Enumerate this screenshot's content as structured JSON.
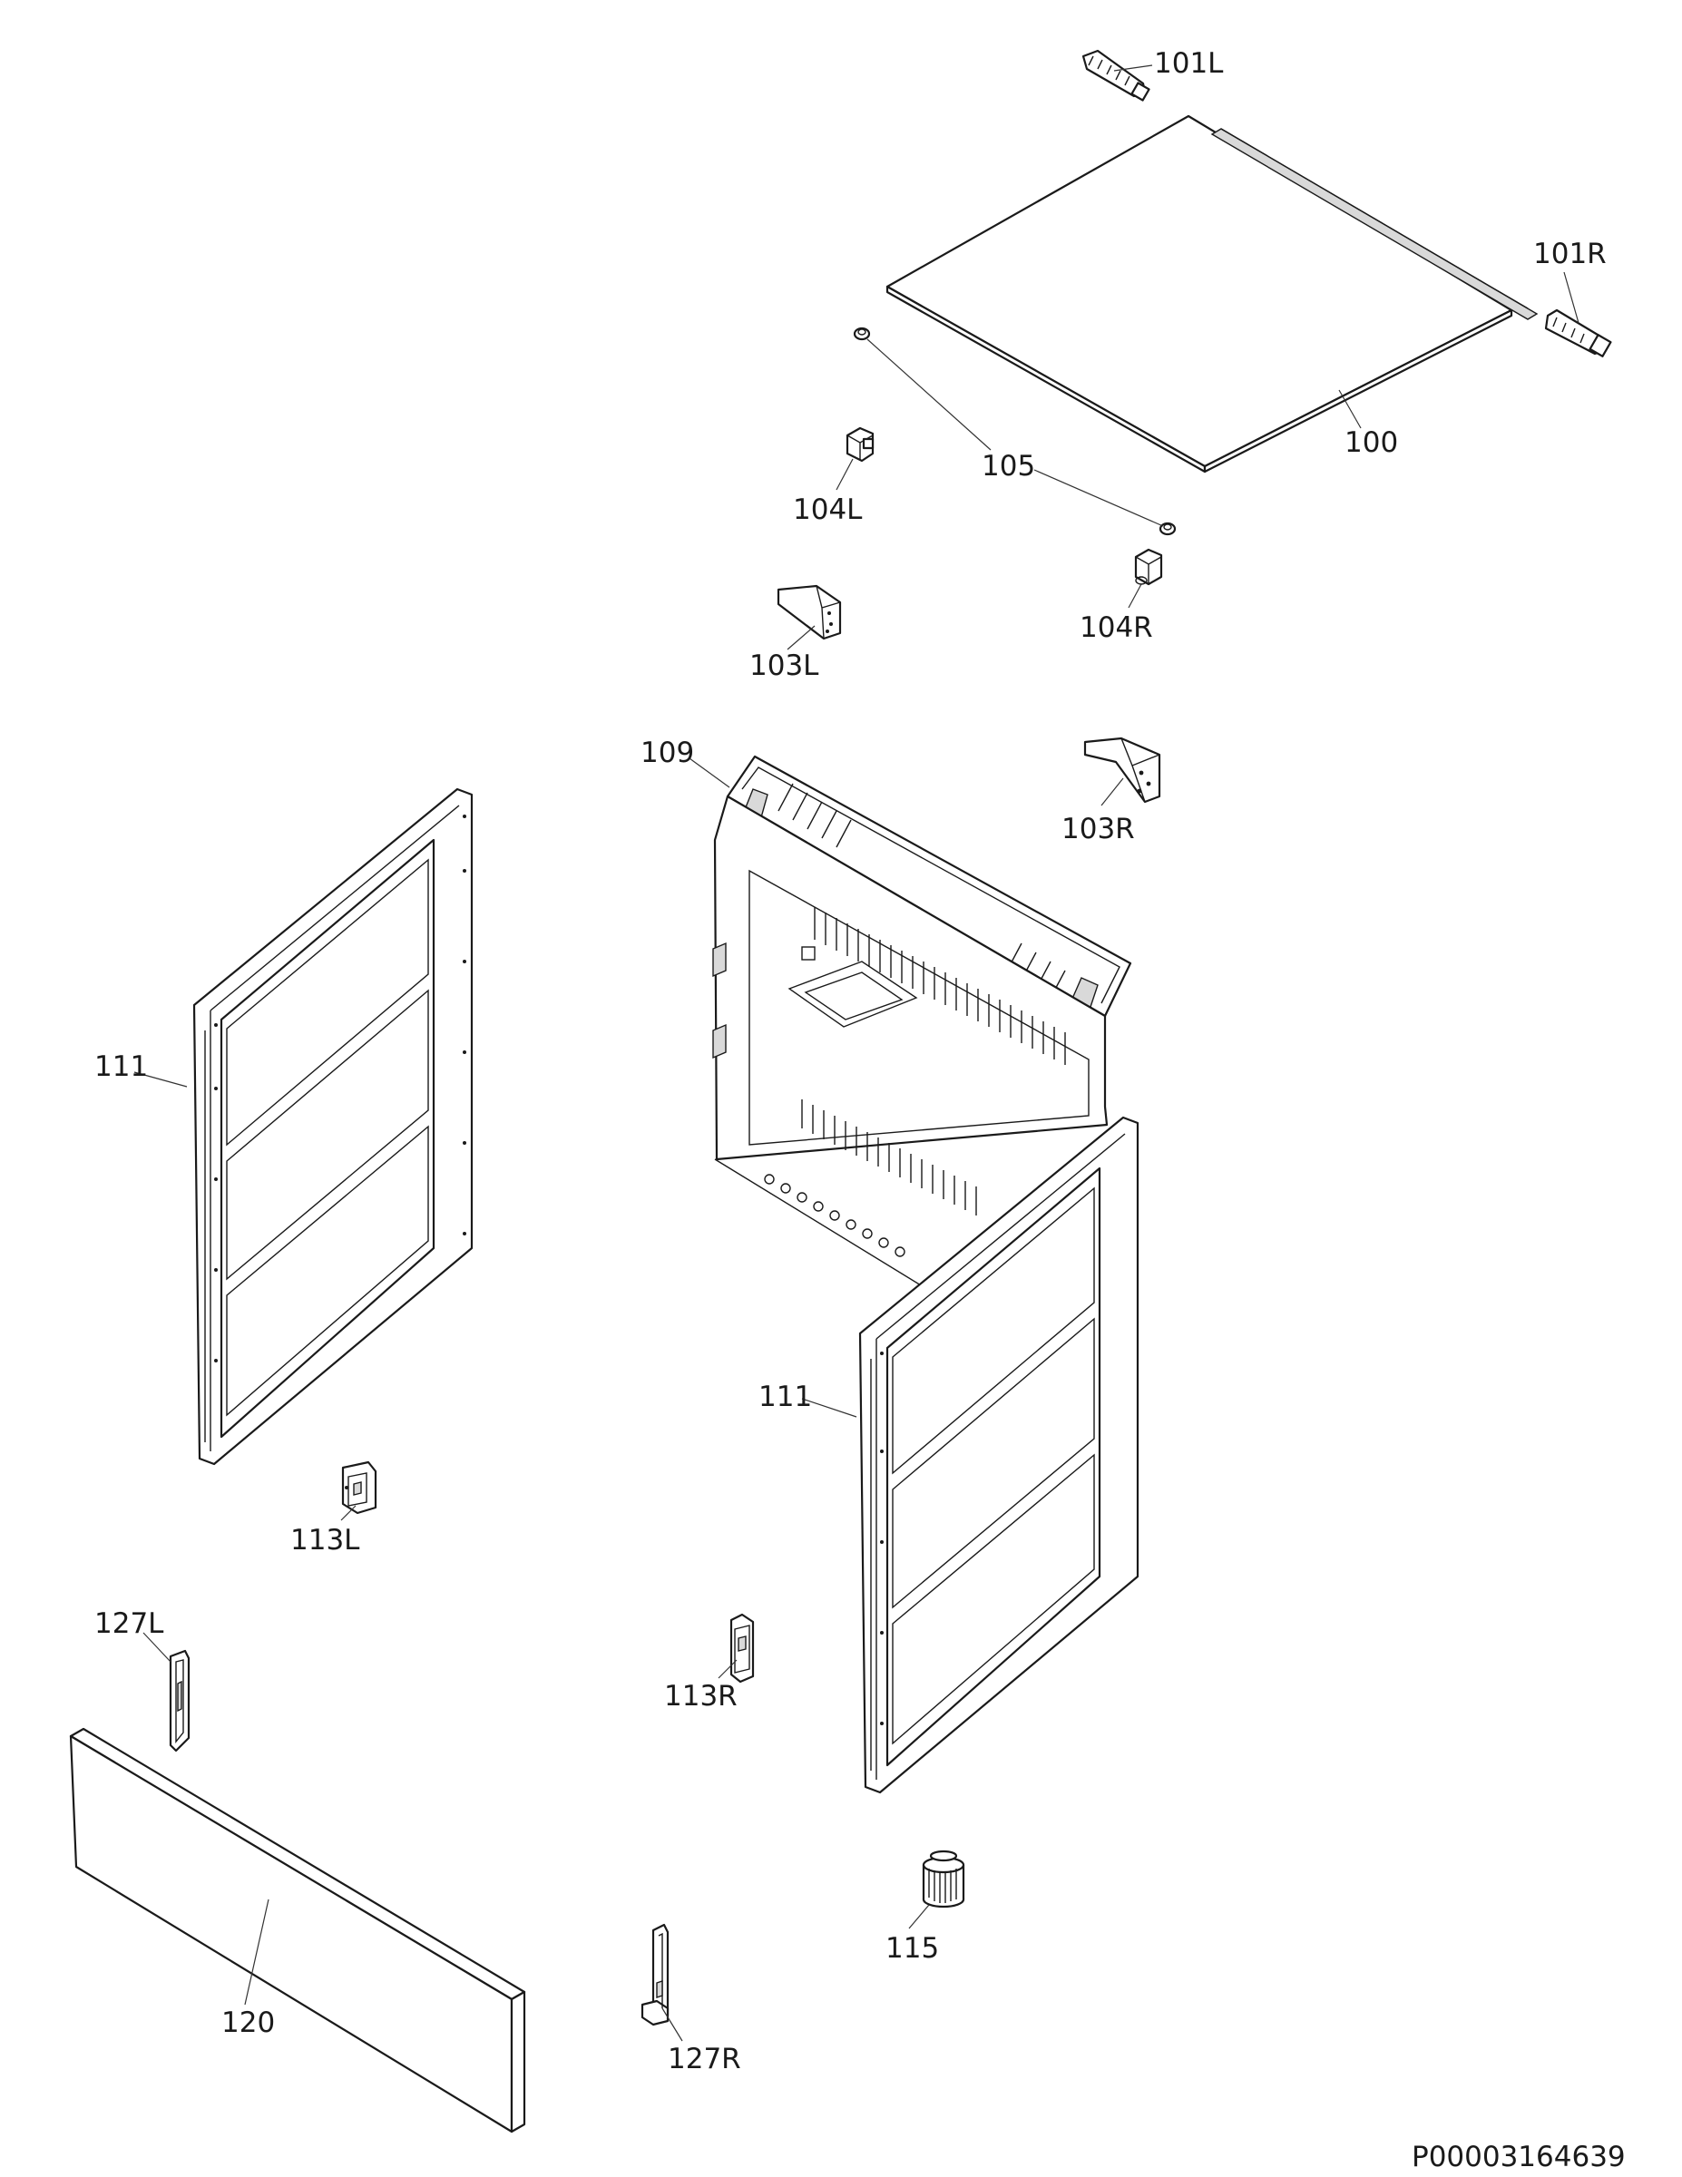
{
  "labels": {
    "p101L": "101L",
    "p101R": "101R",
    "p100": "100",
    "p105": "105",
    "p104L": "104L",
    "p104R": "104R",
    "p103L": "103L",
    "p103R": "103R",
    "p109": "109",
    "p111_left": "111",
    "p111_right": "111",
    "p113L": "113L",
    "p113R": "113R",
    "p127L": "127L",
    "p127R": "127R",
    "p120": "120",
    "p115": "115"
  },
  "document_id": "P00003164639"
}
